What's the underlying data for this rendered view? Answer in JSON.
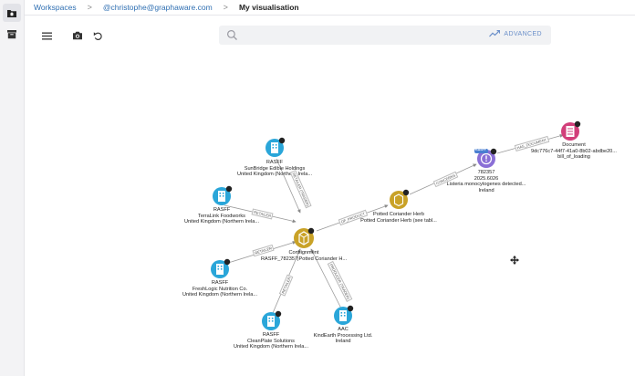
{
  "breadcrumb": {
    "workspaces": "Workspaces",
    "user": "@christophe@graphaware.com",
    "current": "My visualisation",
    "separator": ">"
  },
  "search": {
    "placeholder": "",
    "value": "",
    "advanced_label": "ADVANCED"
  },
  "icons": {
    "sidebar": [
      "workspace-home-icon",
      "archive-icon"
    ],
    "toolbar": [
      "menu-icon",
      "camera-icon",
      "undo-icon"
    ],
    "search": "search-icon",
    "advanced": "trend-line-icon",
    "cursor": "move-cursor-icon"
  },
  "colors": {
    "link": "#2f6fb2",
    "rasff_node": "#2aa6d9",
    "consignment_node": "#c9a227",
    "notification_node": "#8a6fd6",
    "document_node": "#d23f7a",
    "advanced_accent": "#6a8fc9"
  },
  "graph": {
    "nodes": {
      "rasff_top": {
        "line1": "RASFF",
        "line2": "SunBridge Edible Holdings",
        "line3": "United Kingdom (Northern Irela..."
      },
      "rasff_left": {
        "line1": "RASFF",
        "line2": "TerraLink Foodworks",
        "line3": "United Kingdom (Northern Irela..."
      },
      "rasff_lower_left": {
        "line1": "RASFF",
        "line2": "FreshLogic Nutrition Co.",
        "line3": "United Kingdom (Northern Irela..."
      },
      "rasff_bottom": {
        "line1": "RASFF",
        "line2": "CleanPlate Solutions",
        "line3": "United Kingdom (Northern Irela..."
      },
      "aac": {
        "line1": "AAC",
        "line2": "KindEarth Processing Ltd.",
        "line3": "Ireland"
      },
      "consignment": {
        "line1": "Consignment",
        "line2": "RASFF_782357|Potted Coriander H..."
      },
      "product": {
        "line1": "Potted Coriander Herb",
        "line2": "Potted Coriander Herb (see tabl..."
      },
      "notification": {
        "badge": "RASFF",
        "line1": "782357",
        "line2": "2025.6026",
        "line3": "Listeria monocytogenes detected...",
        "line4": "Ireland"
      },
      "document": {
        "line1": "Document",
        "line2": "9dc776c7-44f7-41a0-8b02-abdbe20...",
        "line3": "bill_of_loading"
      }
    },
    "edges": {
      "retailer_top": "RETAILER\n(TRADER)",
      "retailer_left": "RETAILER",
      "retailer_lower_left": "RETAILER",
      "retailer_bottom": "RETAILER",
      "producer_aac": "PRODUCER\n(TRADER)",
      "of_product": "OF_PRODUCT",
      "concerns": "CONCERNS",
      "has_document": "HAS_DOCUMENT"
    }
  }
}
